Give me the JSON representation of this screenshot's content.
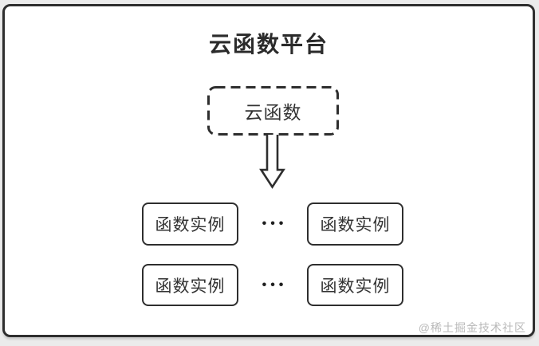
{
  "platform": {
    "title": "云函数平台"
  },
  "cloud_function": {
    "label": "云函数"
  },
  "instance_rows": [
    {
      "left": "函数实例",
      "ellipsis": "•••",
      "right": "函数实例"
    },
    {
      "left": "函数实例",
      "ellipsis": "•••",
      "right": "函数实例"
    }
  ],
  "watermark": "@稀土掘金技术社区",
  "colors": {
    "background": "#ebebeb",
    "surface": "#ffffff",
    "border": "#2e2e2e",
    "title_text": "#2b2b2b",
    "label_text": "#333333",
    "watermark_text": "#b9b9b9"
  }
}
